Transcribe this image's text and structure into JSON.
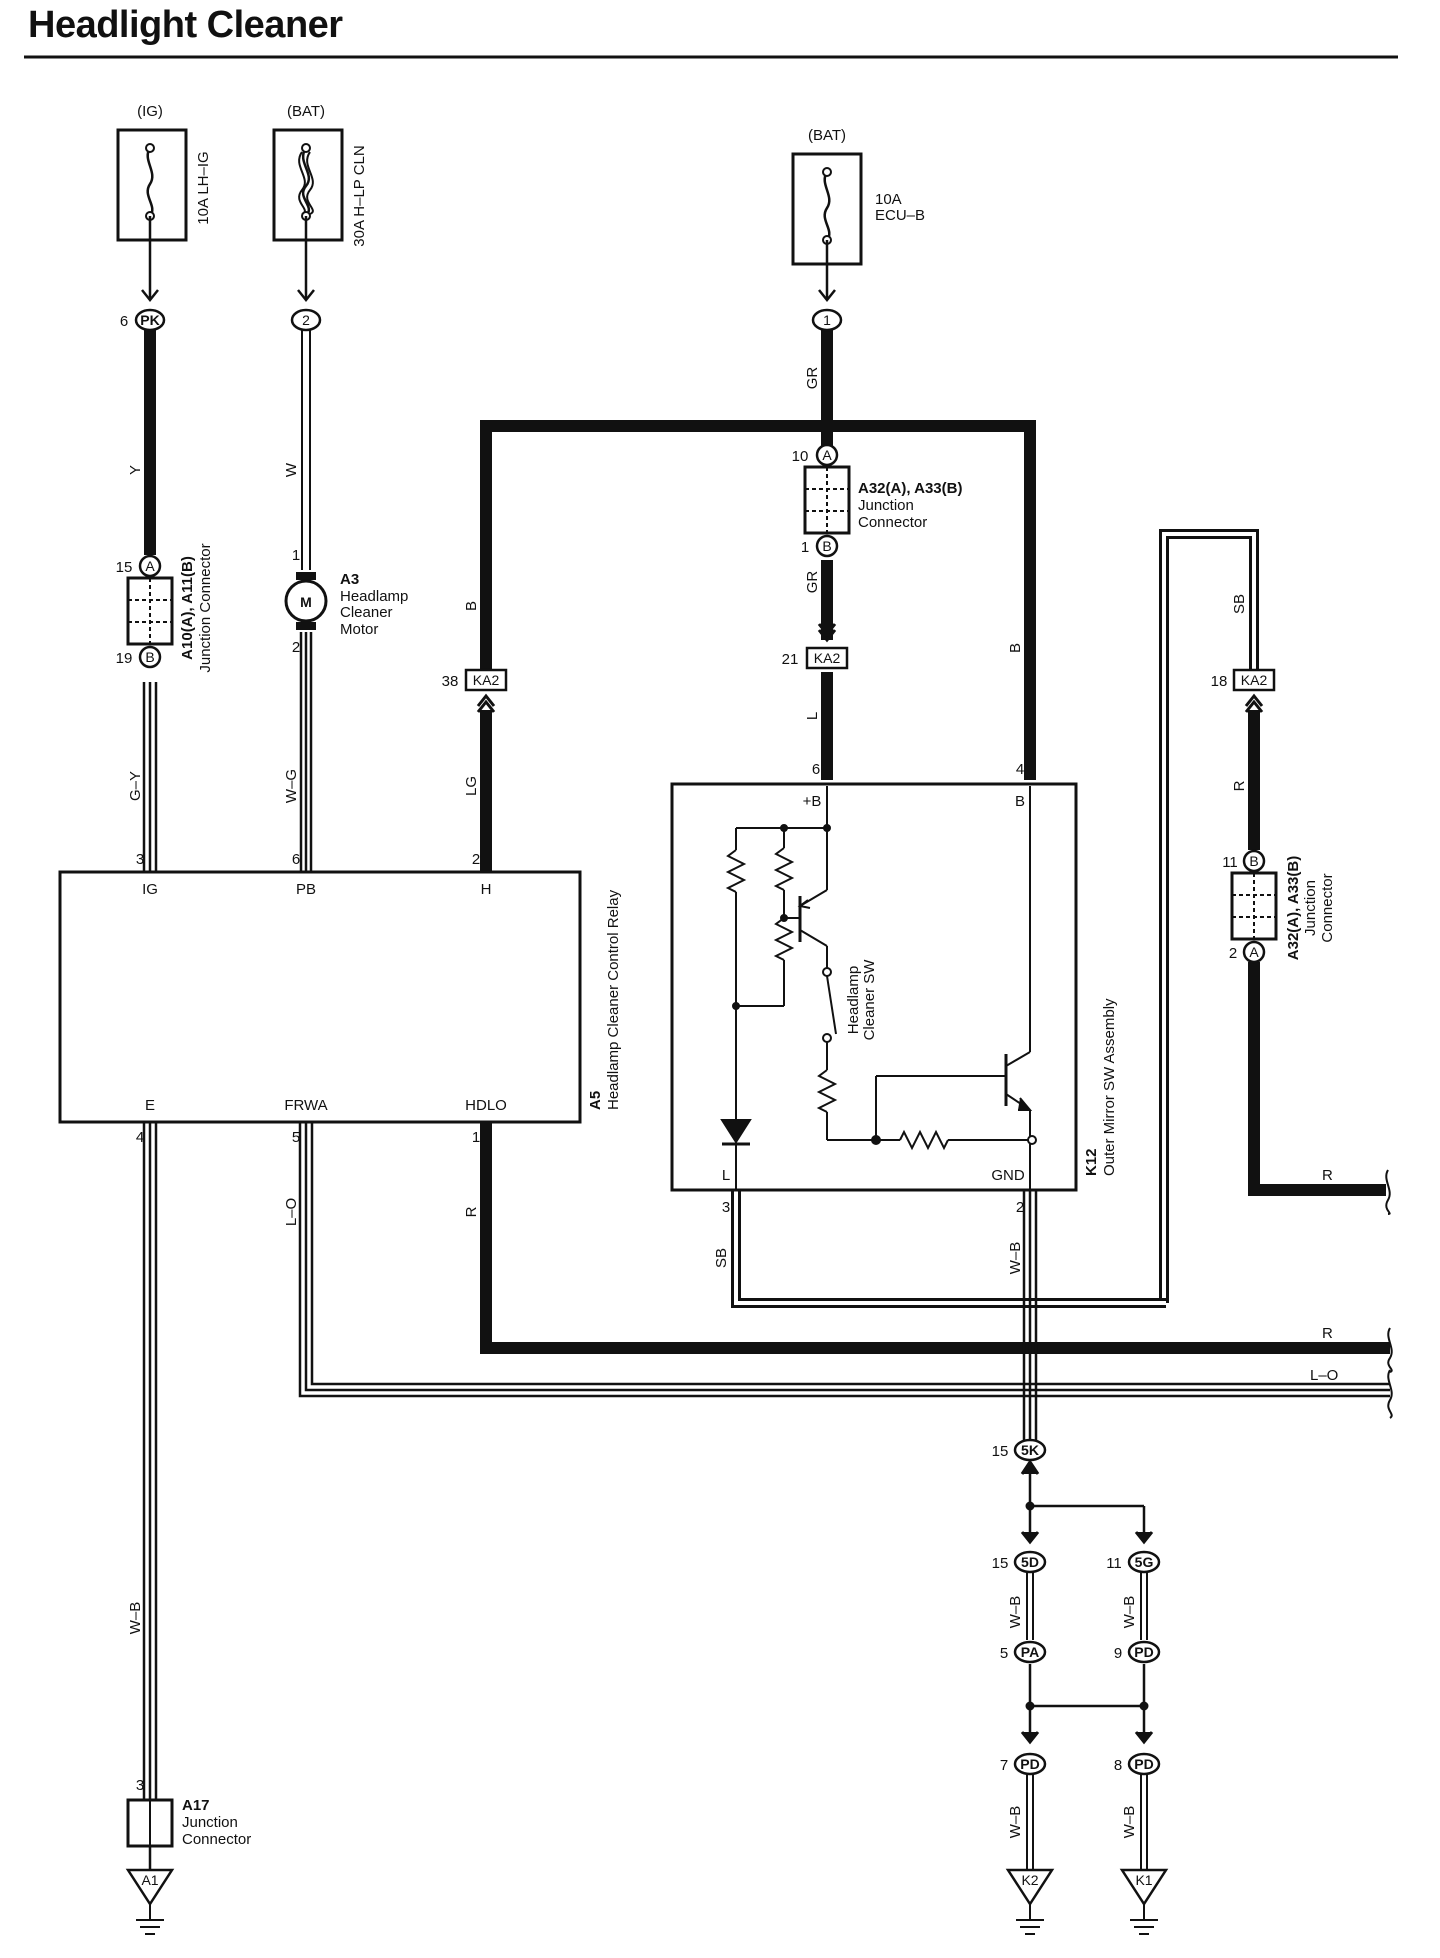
{
  "title": "Headlight Cleaner",
  "fuses": [
    {
      "supply": "(IG)",
      "rating": "10A LH–IG"
    },
    {
      "supply": "(BAT)",
      "rating": "30A H–LP CLN"
    },
    {
      "supply": "(BAT)",
      "rating": "10A",
      "rating2": "ECU–B"
    }
  ],
  "connectors": {
    "pk": "PK",
    "pk_pin": "6",
    "c2": "2",
    "c1": "1",
    "a": "A",
    "b": "B",
    "ka2": "KA2",
    "ka2_pin_38": "38",
    "ka2_pin_21": "21",
    "ka2_pin_18": "18",
    "a10": {
      "pin_a": "15",
      "pin_b": "19",
      "name": "A10(A), A11(B)",
      "desc": "Junction Connector"
    },
    "a32_top": {
      "pin_a": "10",
      "pin_b": "1",
      "name": "A32(A), A33(B)",
      "desc1": "Junction",
      "desc2": "Connector"
    },
    "a32_right": {
      "pin_b": "11",
      "pin_a": "2",
      "name": "A32(A), A33(B)",
      "desc1": "Junction",
      "desc2": "Connector"
    }
  },
  "motor": {
    "id": "A3",
    "desc1": "Headlamp",
    "desc2": "Cleaner",
    "desc3": "Motor",
    "symbol": "M",
    "pin1": "1",
    "pin2": "2"
  },
  "wires": {
    "y": "Y",
    "w": "W",
    "gr": "GR",
    "gr2": "GR",
    "b1": "B",
    "b2": "B",
    "sb": "SB",
    "gy": "G–Y",
    "wg": "W–G",
    "lg": "LG",
    "l": "L",
    "r1": "R",
    "lo": "L–O",
    "r2": "R",
    "sb2": "SB",
    "wb1": "W–B",
    "wb_main": "W–B",
    "r_right1": "R",
    "r_right2": "R",
    "lo_right": "L–O",
    "wb_5d": "W–B",
    "wb_5g": "W–B",
    "wb_7": "W–B",
    "wb_8": "W–B"
  },
  "relay": {
    "id": "A5",
    "desc": "Headlamp Cleaner Control Relay",
    "pins": {
      "ig": "3",
      "pb": "6",
      "h": "2",
      "e": "4",
      "frwa": "5",
      "hdlo": "1"
    },
    "terms": {
      "ig": "IG",
      "pb": "PB",
      "h": "H",
      "e": "E",
      "frwa": "FRWA",
      "hdlo": "HDLO"
    }
  },
  "mirror": {
    "id": "K12",
    "desc": "Outer Mirror SW Assembly",
    "sw_desc1": "Headlamp",
    "sw_desc2": "Cleaner SW",
    "pins": {
      "plus_b": "6",
      "b": "4",
      "l": "3",
      "gnd": "2"
    },
    "terms": {
      "plus_b": "+B",
      "b": "B",
      "l": "L",
      "gnd": "GND"
    }
  },
  "splices": {
    "c5k": "5K",
    "c5k_pin": "15",
    "c5d": "5D",
    "c5d_pin": "15",
    "c5g": "5G",
    "c5g_pin": "11",
    "pa": "PA",
    "pa_pin": "5",
    "pd1": "PD",
    "pd1_pin": "9",
    "pd2": "PD",
    "pd2_pin": "7",
    "pd3": "PD",
    "pd3_pin": "8"
  },
  "a17": {
    "id": "A17",
    "desc1": "Junction",
    "desc2": "Connector",
    "pin": "3"
  },
  "grounds": {
    "a1": "A1",
    "k2": "K2",
    "k1": "K1"
  }
}
